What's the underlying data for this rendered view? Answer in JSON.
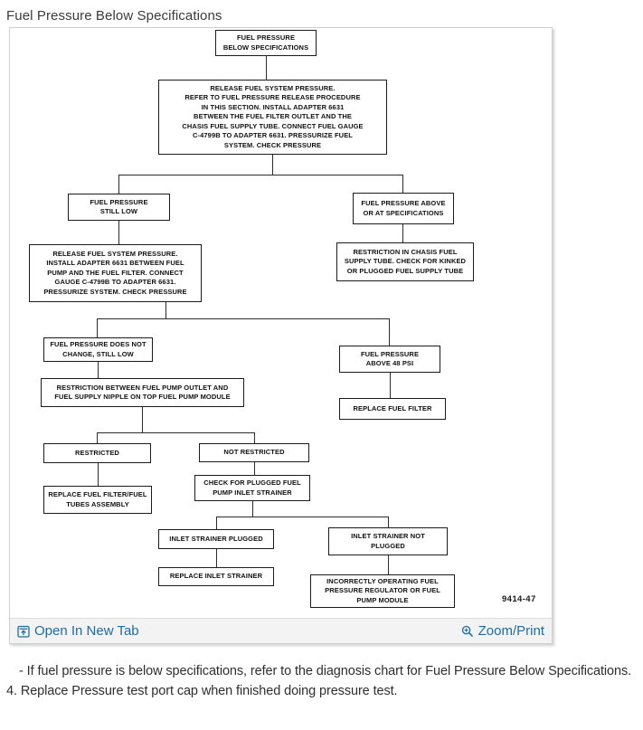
{
  "page": {
    "title": "Fuel Pressure Below Specifications",
    "notes": [
      "-  If fuel pressure is below specifications, refer to the diagnosis chart for Fuel Pressure Below Specifications.",
      "4. Replace Pressure test port cap when finished doing pressure test."
    ]
  },
  "viewer": {
    "open_in_new_tab_label": "Open In New Tab",
    "zoom_print_label": "Zoom/Print",
    "link_color": "#1d6ca6",
    "icons": [
      "open-in-new-tab-icon",
      "zoom-magnifier-icon"
    ]
  },
  "flowchart": {
    "title": "Fuel Pressure Below Specifications diagnosis chart",
    "figure_code": "9414-47",
    "nodes": [
      {
        "id": "start",
        "text": "FUEL PRESSURE\nBELOW SPECIFICATIONS"
      },
      {
        "id": "release-pressurize-check",
        "text": "RELEASE FUEL SYSTEM PRESSURE.\nREFER TO FUEL PRESSURE RELEASE PROCEDURE\nIN THIS SECTION. INSTALL ADAPTER 6631\nBETWEEN THE FUEL FILTER OUTLET AND THE\nCHASIS FUEL SUPPLY TUBE. CONNECT FUEL GAUGE\nC-4799B TO ADAPTER 6631. PRESSURIZE FUEL\nSYSTEM. CHECK PRESSURE"
      },
      {
        "id": "still-low",
        "text": "FUEL PRESSURE\nSTILL LOW"
      },
      {
        "id": "above-or-at-spec",
        "text": "FUEL PRESSURE ABOVE\nOR AT SPECIFICATIONS"
      },
      {
        "id": "release-pressurize-check-2",
        "text": "RELEASE FUEL SYSTEM PRESSURE.\nINSTALL ADAPTER 6631 BETWEEN FUEL\nPUMP AND THE FUEL FILTER. CONNECT\nGAUGE C-4799B TO ADAPTER 6631.\nPRESSURIZE SYSTEM. CHECK PRESSURE"
      },
      {
        "id": "restriction-chassis-tube",
        "text": "RESTRICTION IN CHASIS FUEL\nSUPPLY TUBE. CHECK FOR KINKED\nOR PLUGGED FUEL SUPPLY TUBE"
      },
      {
        "id": "no-change-still-low",
        "text": "FUEL PRESSURE DOES NOT\nCHANGE, STILL LOW"
      },
      {
        "id": "above-48-psi",
        "text": "FUEL PRESSURE\nABOVE 48 PSI"
      },
      {
        "id": "restriction-pump-outlet",
        "text": "RESTRICTION BETWEEN FUEL PUMP OUTLET AND\nFUEL SUPPLY NIPPLE ON TOP FUEL PUMP MODULE"
      },
      {
        "id": "replace-fuel-filter",
        "text": "REPLACE FUEL FILTER"
      },
      {
        "id": "restricted",
        "text": "RESTRICTED"
      },
      {
        "id": "not-restricted",
        "text": "NOT RESTRICTED"
      },
      {
        "id": "replace-filter-tubes-assembly",
        "text": "REPLACE FUEL FILTER/FUEL\nTUBES ASSEMBLY"
      },
      {
        "id": "check-inlet-strainer",
        "text": "CHECK FOR PLUGGED FUEL\nPUMP INLET STRAINER"
      },
      {
        "id": "inlet-strainer-plugged",
        "text": "INLET STRAINER PLUGGED"
      },
      {
        "id": "inlet-strainer-not-plugged",
        "text": "INLET STRAINER NOT\nPLUGGED"
      },
      {
        "id": "replace-inlet-strainer",
        "text": "REPLACE INLET STRAINER"
      },
      {
        "id": "incorrect-regulator-or-module",
        "text": "INCORRECTLY OPERATING FUEL\nPRESSURE REGULATOR OR FUEL\nPUMP MODULE"
      }
    ]
  }
}
